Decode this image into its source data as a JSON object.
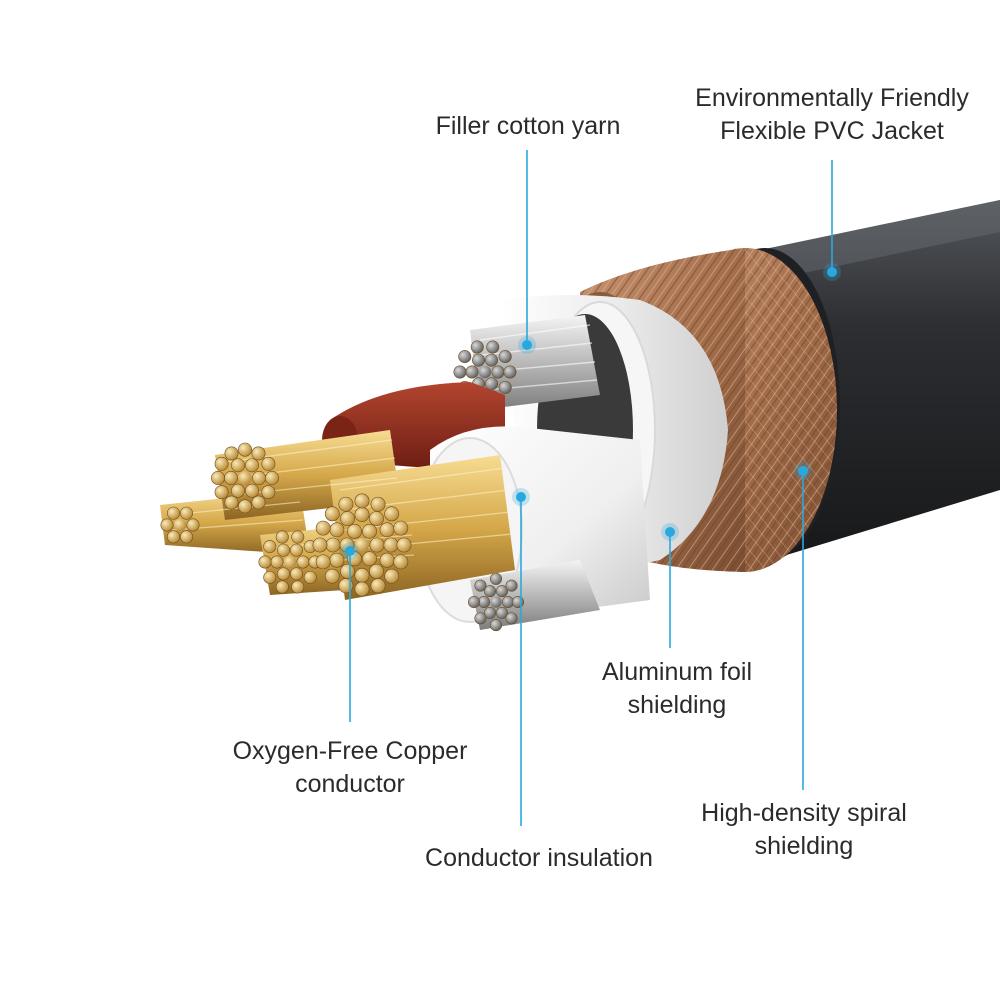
{
  "labels": {
    "filler": "Filler cotton yarn",
    "jacket_line1": "Environmentally Friendly",
    "jacket_line2": "Flexible PVC Jacket",
    "foil_line1": "Aluminum foil",
    "foil_line2": "shielding",
    "copper_line1": "Oxygen-Free Copper",
    "copper_line2": "conductor",
    "insulation": "Conductor insulation",
    "spiral_line1": "High-density spiral",
    "spiral_line2": "shielding"
  },
  "colors": {
    "callout_line": "#29a8e0",
    "callout_dot": "#29a8e0",
    "jacket": "#2a2c2f",
    "braid": "#b07a56",
    "copper": "#d4a94a",
    "red_core": "#8e2a1d",
    "white_insulation": "#f1f1f1",
    "foil": "#e9e9e9"
  }
}
